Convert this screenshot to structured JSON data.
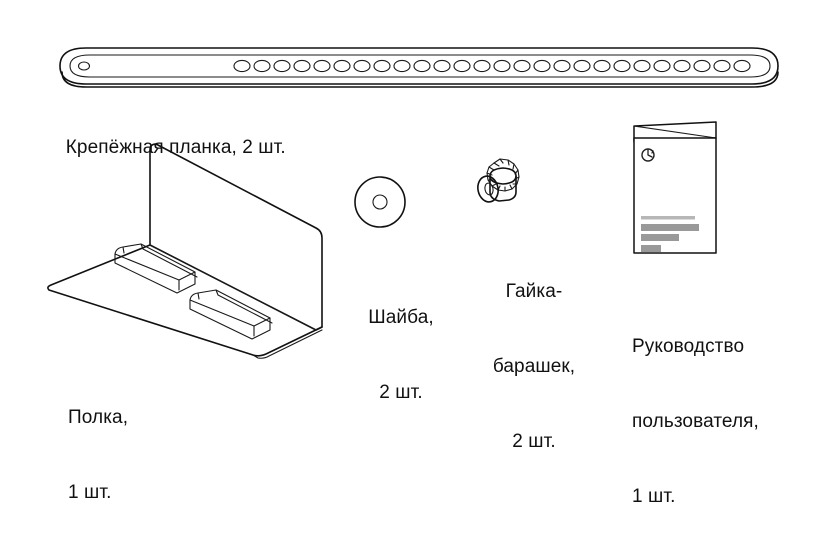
{
  "diagram": {
    "title": "Parts list",
    "background_color": "#ffffff",
    "line_color": "#111111",
    "parts": [
      {
        "id": "mounting-plate",
        "name": "mounting-plate",
        "caption": "Крепёжная планка, 2 шт.",
        "quantity_text": "2 шт.",
        "icon": "mounting-plate-icon",
        "hole_count": 26
      },
      {
        "id": "shelf",
        "name": "shelf",
        "caption_line_1": "Полка,",
        "caption_line_2": "1 шт.",
        "quantity_text": "1 шт.",
        "icon": "shelf-icon"
      },
      {
        "id": "washer",
        "name": "washer",
        "caption_line_1": "Шайба,",
        "caption_line_2": "2 шт.",
        "quantity_text": "2 шт.",
        "icon": "washer-icon"
      },
      {
        "id": "wing-nut",
        "name": "wing-nut",
        "caption_line_1": "Гайка-",
        "caption_line_2": "барашек,",
        "caption_line_3": "2 шт.",
        "quantity_text": "2 шт.",
        "icon": "wing-nut-icon"
      },
      {
        "id": "user-manual",
        "name": "user-manual",
        "caption_line_1": "Руководство",
        "caption_line_2": "пользователя,",
        "caption_line_3": "1 шт.",
        "quantity_text": "1 шт.",
        "icon": "booklet-icon",
        "cover_logo": "circle-arrow-icon",
        "text_bar_colors": [
          "#b7b7b7",
          "#999999",
          "#999999",
          "#999999"
        ]
      }
    ]
  }
}
